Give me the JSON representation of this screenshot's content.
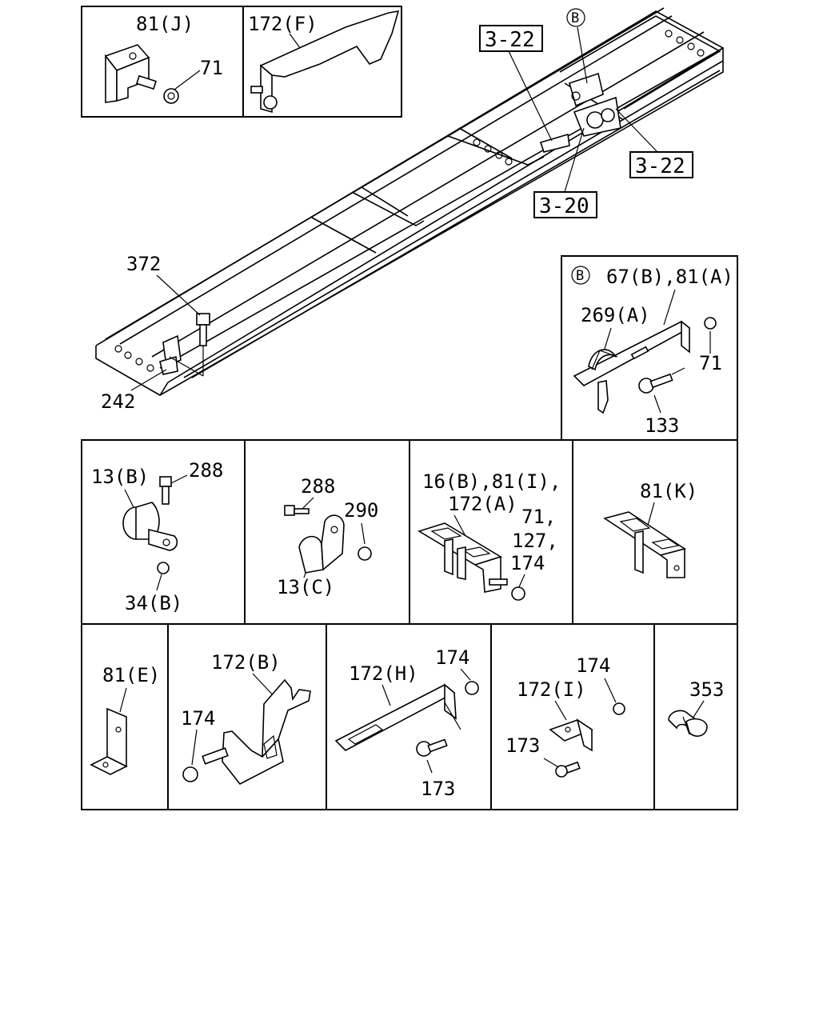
{
  "refs": {
    "r1": "3-22",
    "r2": "3-22",
    "r3": "3-20"
  },
  "callout_b": "B",
  "labels": {
    "p81j": "81(J)",
    "p71_top": "71",
    "p172f": "172(F)",
    "p372": "372",
    "p242": "242",
    "p67b": "67(B),81(A)",
    "p269a": "269(A)",
    "p71_b": "71",
    "p133": "133",
    "p13b": "13(B)",
    "p288a": "288",
    "p34b": "34(B)",
    "p288b": "288",
    "p290": "290",
    "p13c": "13(C)",
    "p16b_1": "16(B),81(I),",
    "p16b_2": "172(A)",
    "p71c": "71,",
    "p127": "127,",
    "p174a": "174",
    "p81k": "81(K)",
    "p81e": "81(E)",
    "p172b": "172(B)",
    "p174b": "174",
    "p172h": "172(H)",
    "p174c": "174",
    "p173a": "173",
    "p172i": "172(I)",
    "p174d": "174",
    "p173b": "173",
    "p353": "353"
  }
}
